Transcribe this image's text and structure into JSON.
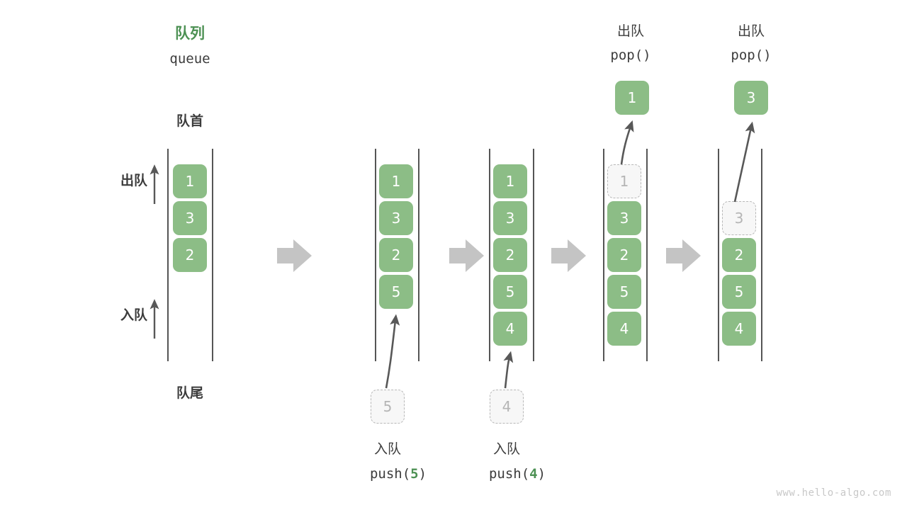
{
  "diagram": {
    "watermark": "www.hello-algo.com",
    "title_cn": "队列",
    "title_en": "queue",
    "head_label": "队首",
    "tail_label": "队尾",
    "dequeue_label": "出队",
    "enqueue_label": "入队",
    "accent_color": "#4d9154",
    "cell_color": "#8cbd86",
    "ghost_color": "#f7f7f7",
    "rail_color": "#555555",
    "arrow_color": "#c4c4c4"
  },
  "stages": [
    {
      "id": "initial",
      "cells": [
        "1",
        "3",
        "2"
      ],
      "ghost_index": -1,
      "caption_cn": "",
      "caption_code": ""
    },
    {
      "id": "push-5",
      "cells": [
        "1",
        "3",
        "2",
        "5"
      ],
      "ghost_index": -1,
      "caption_cn": "入队",
      "caption_code_prefix": "push(",
      "caption_code_value": "5",
      "caption_code_suffix": ")",
      "incoming_value": "5"
    },
    {
      "id": "push-4",
      "cells": [
        "1",
        "3",
        "2",
        "5",
        "4"
      ],
      "ghost_index": -1,
      "caption_cn": "入队",
      "caption_code_prefix": "push(",
      "caption_code_value": "4",
      "caption_code_suffix": ")",
      "incoming_value": "4"
    },
    {
      "id": "pop-1",
      "cells": [
        "1",
        "3",
        "2",
        "5",
        "4"
      ],
      "ghost_index": 0,
      "caption_cn": "出队",
      "caption_code": "pop()",
      "popped_value": "1"
    },
    {
      "id": "pop-3",
      "cells": [
        "3",
        "2",
        "5",
        "4"
      ],
      "ghost_index": 0,
      "caption_cn": "出队",
      "caption_code": "pop()",
      "popped_value": "3"
    }
  ]
}
